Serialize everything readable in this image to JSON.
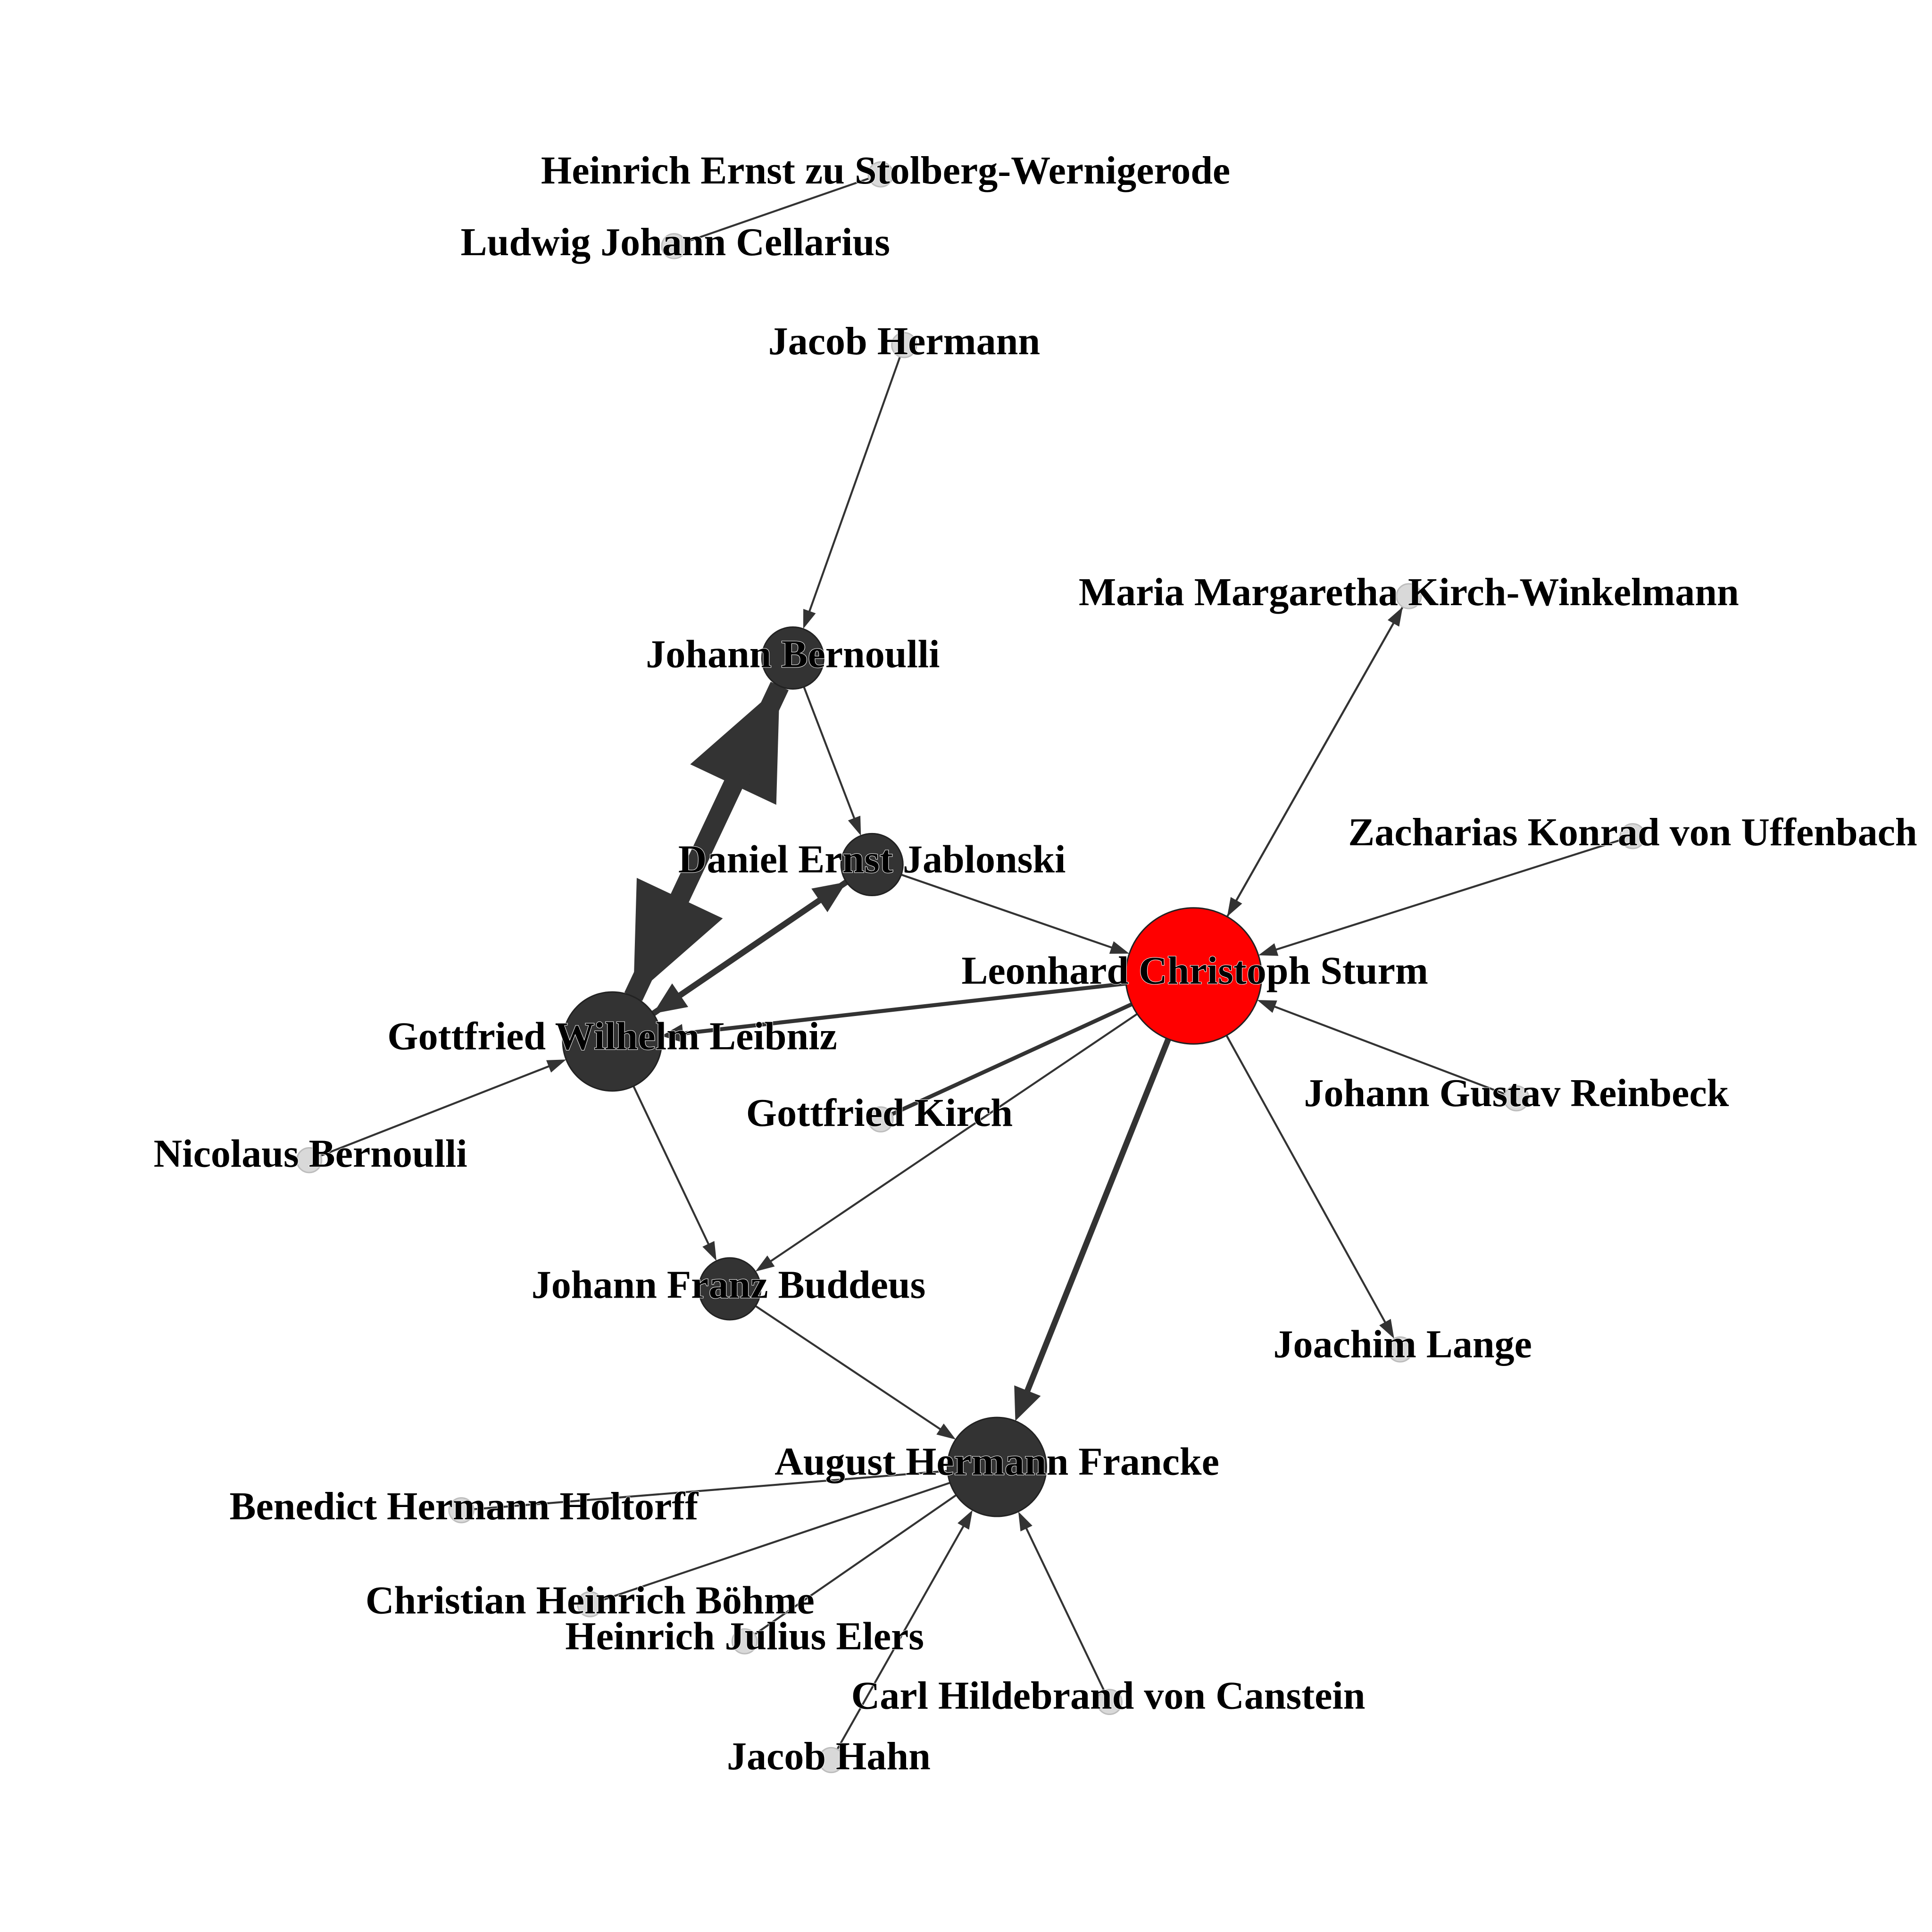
{
  "colors": {
    "background": "#ffffff",
    "edge": "#333333",
    "node_default": "#333333",
    "node_small": "#d9d9d9",
    "node_focus": "#ff0000",
    "label": "#000000"
  },
  "nodes": [
    {
      "id": "stolberg",
      "label": "Heinrich Ernst zu Stolberg-Wernigerode",
      "kind": "small"
    },
    {
      "id": "cellarius",
      "label": "Ludwig Johann Cellarius",
      "kind": "small"
    },
    {
      "id": "hermann",
      "label": "Jacob Hermann",
      "kind": "small"
    },
    {
      "id": "jbernoulli",
      "label": "Johann Bernoulli",
      "kind": "medium"
    },
    {
      "id": "kirchw",
      "label": "Maria Margaretha Kirch-Winkelmann",
      "kind": "small"
    },
    {
      "id": "uffenbach",
      "label": "Zacharias Konrad von Uffenbach",
      "kind": "small"
    },
    {
      "id": "jablonski",
      "label": "Daniel Ernst Jablonski",
      "kind": "medium"
    },
    {
      "id": "sturm",
      "label": "Leonhard Christoph Sturm",
      "kind": "focus"
    },
    {
      "id": "leibniz",
      "label": "Gottfried Wilhelm Leibniz",
      "kind": "large"
    },
    {
      "id": "gkirch",
      "label": "Gottfried Kirch",
      "kind": "small"
    },
    {
      "id": "reinbeck",
      "label": "Johann Gustav Reinbeck",
      "kind": "small"
    },
    {
      "id": "nbernoulli",
      "label": "Nicolaus Bernoulli",
      "kind": "small"
    },
    {
      "id": "buddeus",
      "label": "Johann Franz Buddeus",
      "kind": "medium"
    },
    {
      "id": "lange",
      "label": "Joachim Lange",
      "kind": "small"
    },
    {
      "id": "francke",
      "label": "August Hermann Francke",
      "kind": "large"
    },
    {
      "id": "holtorff",
      "label": "Benedict Hermann Holtorff",
      "kind": "small"
    },
    {
      "id": "boehme",
      "label": "Christian Heinrich Böhme",
      "kind": "small"
    },
    {
      "id": "elers",
      "label": "Heinrich Julius Elers",
      "kind": "small"
    },
    {
      "id": "canstein",
      "label": "Carl Hildebrand von Canstein",
      "kind": "small"
    },
    {
      "id": "hahn",
      "label": "Jacob Hahn",
      "kind": "small"
    }
  ],
  "edges": [
    {
      "source": "cellarius",
      "target": "stolberg",
      "weight": 1,
      "arrow": false
    },
    {
      "source": "hermann",
      "target": "jbernoulli",
      "weight": 1,
      "arrow": true
    },
    {
      "source": "jbernoulli",
      "target": "jablonski",
      "weight": 1,
      "arrow": true
    },
    {
      "source": "leibniz",
      "target": "jbernoulli",
      "weight": 10,
      "arrow": true
    },
    {
      "source": "jbernoulli",
      "target": "leibniz",
      "weight": 10,
      "arrow": true
    },
    {
      "source": "leibniz",
      "target": "jablonski",
      "weight": 3,
      "arrow": true
    },
    {
      "source": "jablonski",
      "target": "leibniz",
      "weight": 3,
      "arrow": true
    },
    {
      "source": "jablonski",
      "target": "sturm",
      "weight": 1,
      "arrow": true
    },
    {
      "source": "kirchw",
      "target": "sturm",
      "weight": 1,
      "arrow": true
    },
    {
      "source": "sturm",
      "target": "kirchw",
      "weight": 1,
      "arrow": true
    },
    {
      "source": "uffenbach",
      "target": "sturm",
      "weight": 1,
      "arrow": true
    },
    {
      "source": "sturm",
      "target": "leibniz",
      "weight": 2,
      "arrow": true
    },
    {
      "source": "sturm",
      "target": "gkirch",
      "weight": 2,
      "arrow": false
    },
    {
      "source": "reinbeck",
      "target": "sturm",
      "weight": 1,
      "arrow": true
    },
    {
      "source": "sturm",
      "target": "buddeus",
      "weight": 1,
      "arrow": true
    },
    {
      "source": "sturm",
      "target": "lange",
      "weight": 1,
      "arrow": true
    },
    {
      "source": "sturm",
      "target": "francke",
      "weight": 3,
      "arrow": true
    },
    {
      "source": "nbernoulli",
      "target": "leibniz",
      "weight": 1,
      "arrow": true
    },
    {
      "source": "leibniz",
      "target": "buddeus",
      "weight": 1,
      "arrow": true
    },
    {
      "source": "buddeus",
      "target": "francke",
      "weight": 1,
      "arrow": true
    },
    {
      "source": "holtorff",
      "target": "francke",
      "weight": 1,
      "arrow": false
    },
    {
      "source": "boehme",
      "target": "francke",
      "weight": 1,
      "arrow": false
    },
    {
      "source": "elers",
      "target": "francke",
      "weight": 1,
      "arrow": false
    },
    {
      "source": "hahn",
      "target": "francke",
      "weight": 1,
      "arrow": true
    },
    {
      "source": "canstein",
      "target": "francke",
      "weight": 1,
      "arrow": true
    }
  ]
}
